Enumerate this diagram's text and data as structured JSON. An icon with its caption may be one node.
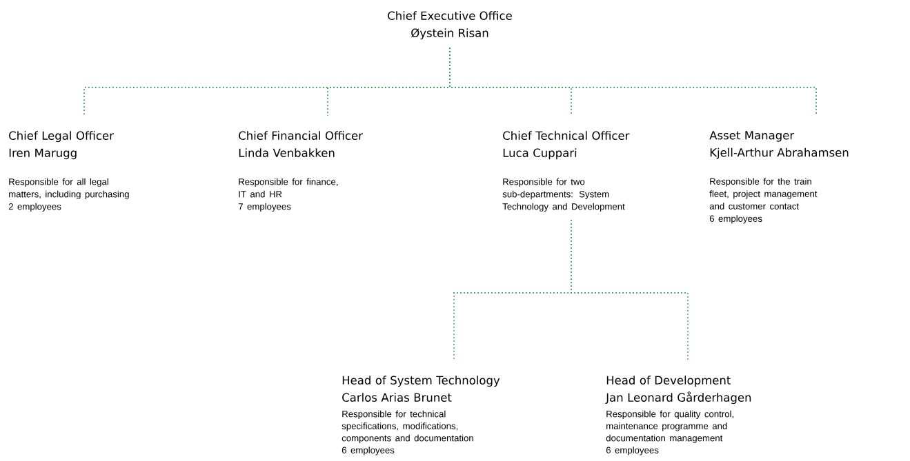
{
  "diagram": {
    "nodes": [
      {
        "text": [
          "Chief Executive Office",
          "Øystein Risan"
        ]
      },
      {
        "text": [
          "Chief Legal Officer",
          "Iren Marugg",
          "Responsible for all legal matters, including purchasing",
          "2 employees"
        ]
      },
      {
        "text": [
          "Chief Financial Officer",
          "Linda Venbakken",
          "Responsible for finance, IT and HR",
          "7 employees"
        ]
      },
      {
        "text": [
          "Chief Technical Officer",
          "Luca Cuppari",
          "Responsible for two sub-departments: System Technology and Development"
        ]
      },
      {
        "text": [
          "Asset Manager",
          "Kjell-Arthur Abrahamsen",
          "Responsible for the train fleet, project management and customer contact",
          "6 employees"
        ]
      },
      {
        "text": [
          "Head of System Technology",
          "Carlos Arias Brunet",
          "Responsible for technical specifications, modifications, components and documentation",
          "6 employees"
        ]
      },
      {
        "text": [
          "Head of Development",
          "Jan Leonard Gårderhagen",
          "Responsible for quality control, maintenance programme and documentation management",
          "6 employees"
        ]
      }
    ],
    "edges": [
      {
        "from": 0,
        "to": 1,
        "arrow": "none",
        "style": "dashed"
      },
      {
        "from": 0,
        "to": 2,
        "arrow": "none",
        "style": "dashed"
      },
      {
        "from": 0,
        "to": 3,
        "arrow": "none",
        "style": "dashed"
      },
      {
        "from": 0,
        "to": 4,
        "arrow": "none",
        "style": "dashed"
      },
      {
        "from": 3,
        "to": 5,
        "arrow": "none",
        "style": "dashed"
      },
      {
        "from": 3,
        "to": 6,
        "arrow": "none",
        "style": "dashed"
      }
    ]
  }
}
